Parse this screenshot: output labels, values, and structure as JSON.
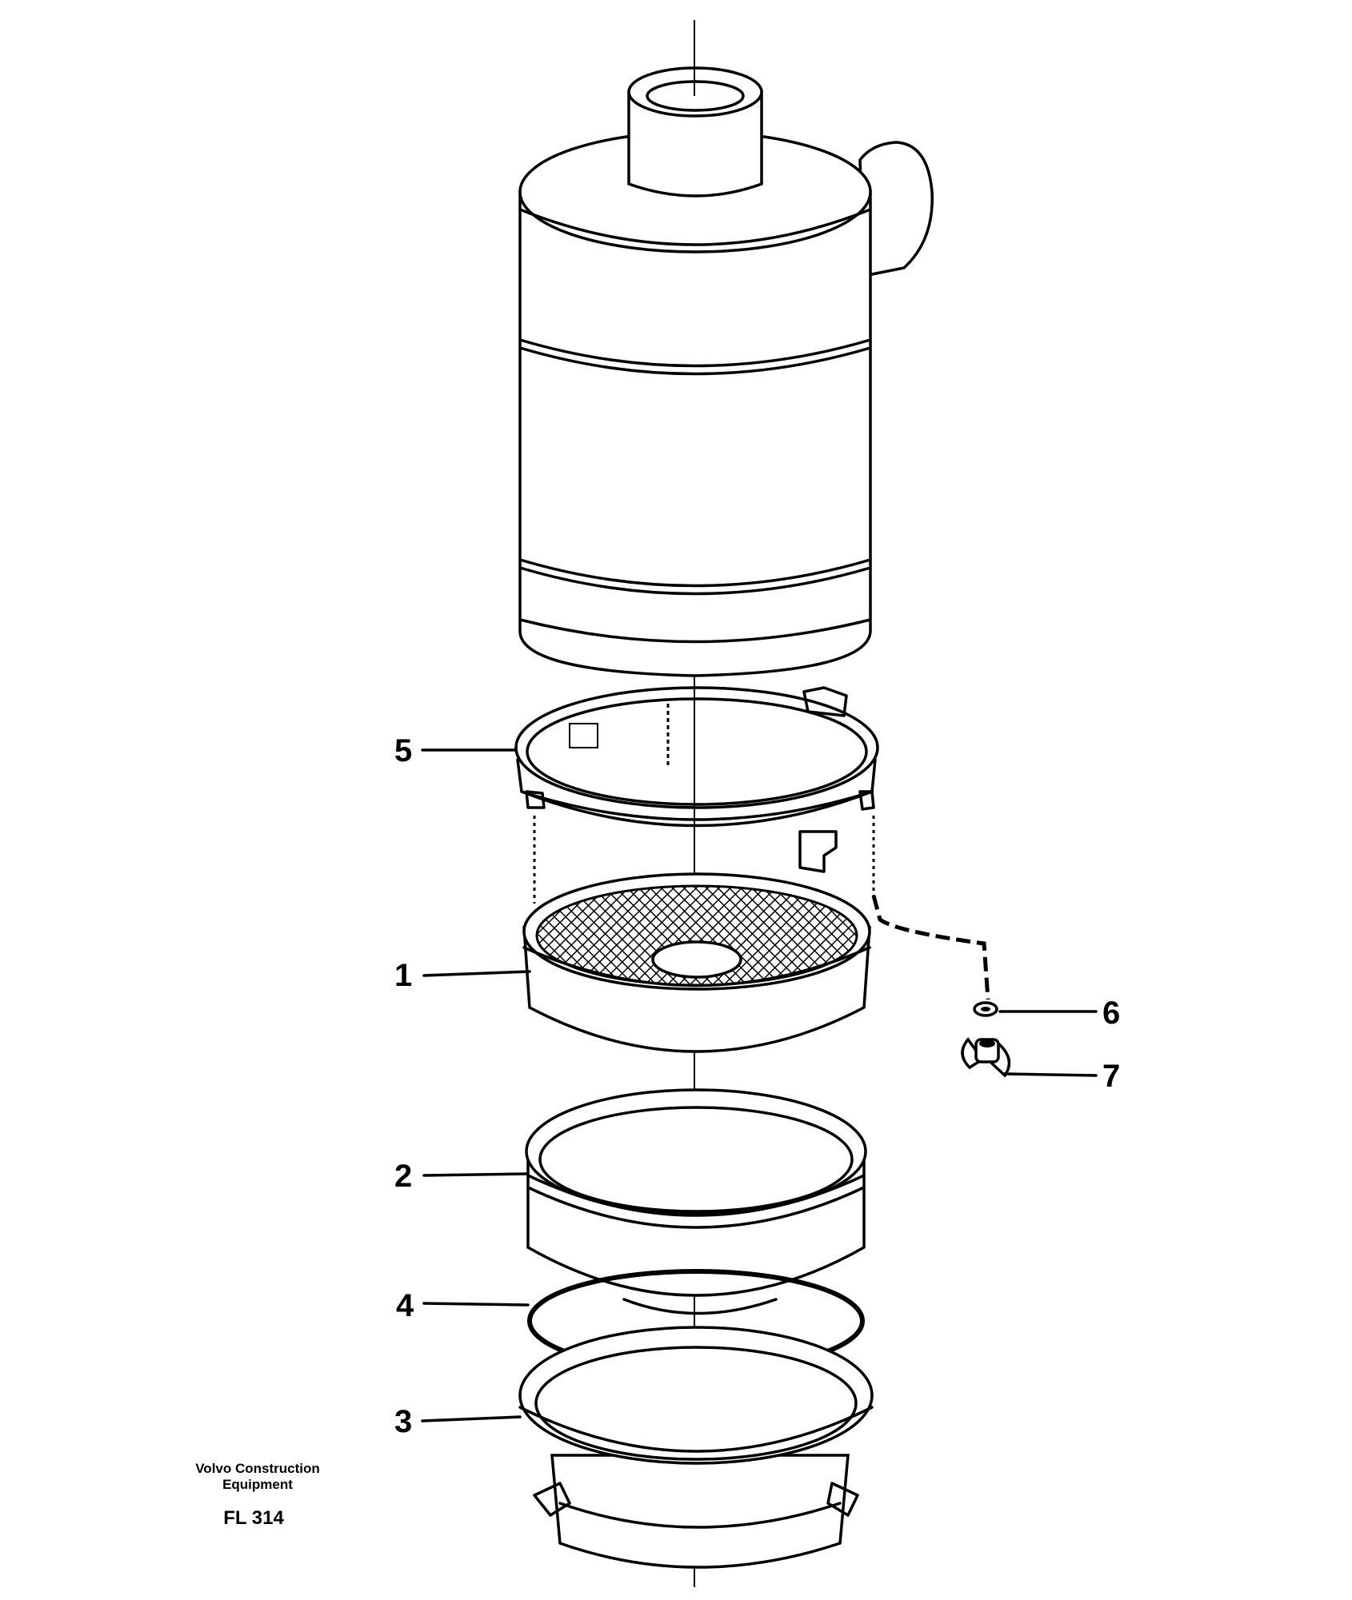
{
  "callouts": [
    {
      "id": "5",
      "label": "5"
    },
    {
      "id": "1",
      "label": "1"
    },
    {
      "id": "2",
      "label": "2"
    },
    {
      "id": "4",
      "label": "4"
    },
    {
      "id": "3",
      "label": "3"
    },
    {
      "id": "6",
      "label": "6"
    },
    {
      "id": "7",
      "label": "7"
    }
  ],
  "credit": {
    "line1": "Volvo Construction",
    "line2": "Equipment",
    "code": "FL 314"
  }
}
